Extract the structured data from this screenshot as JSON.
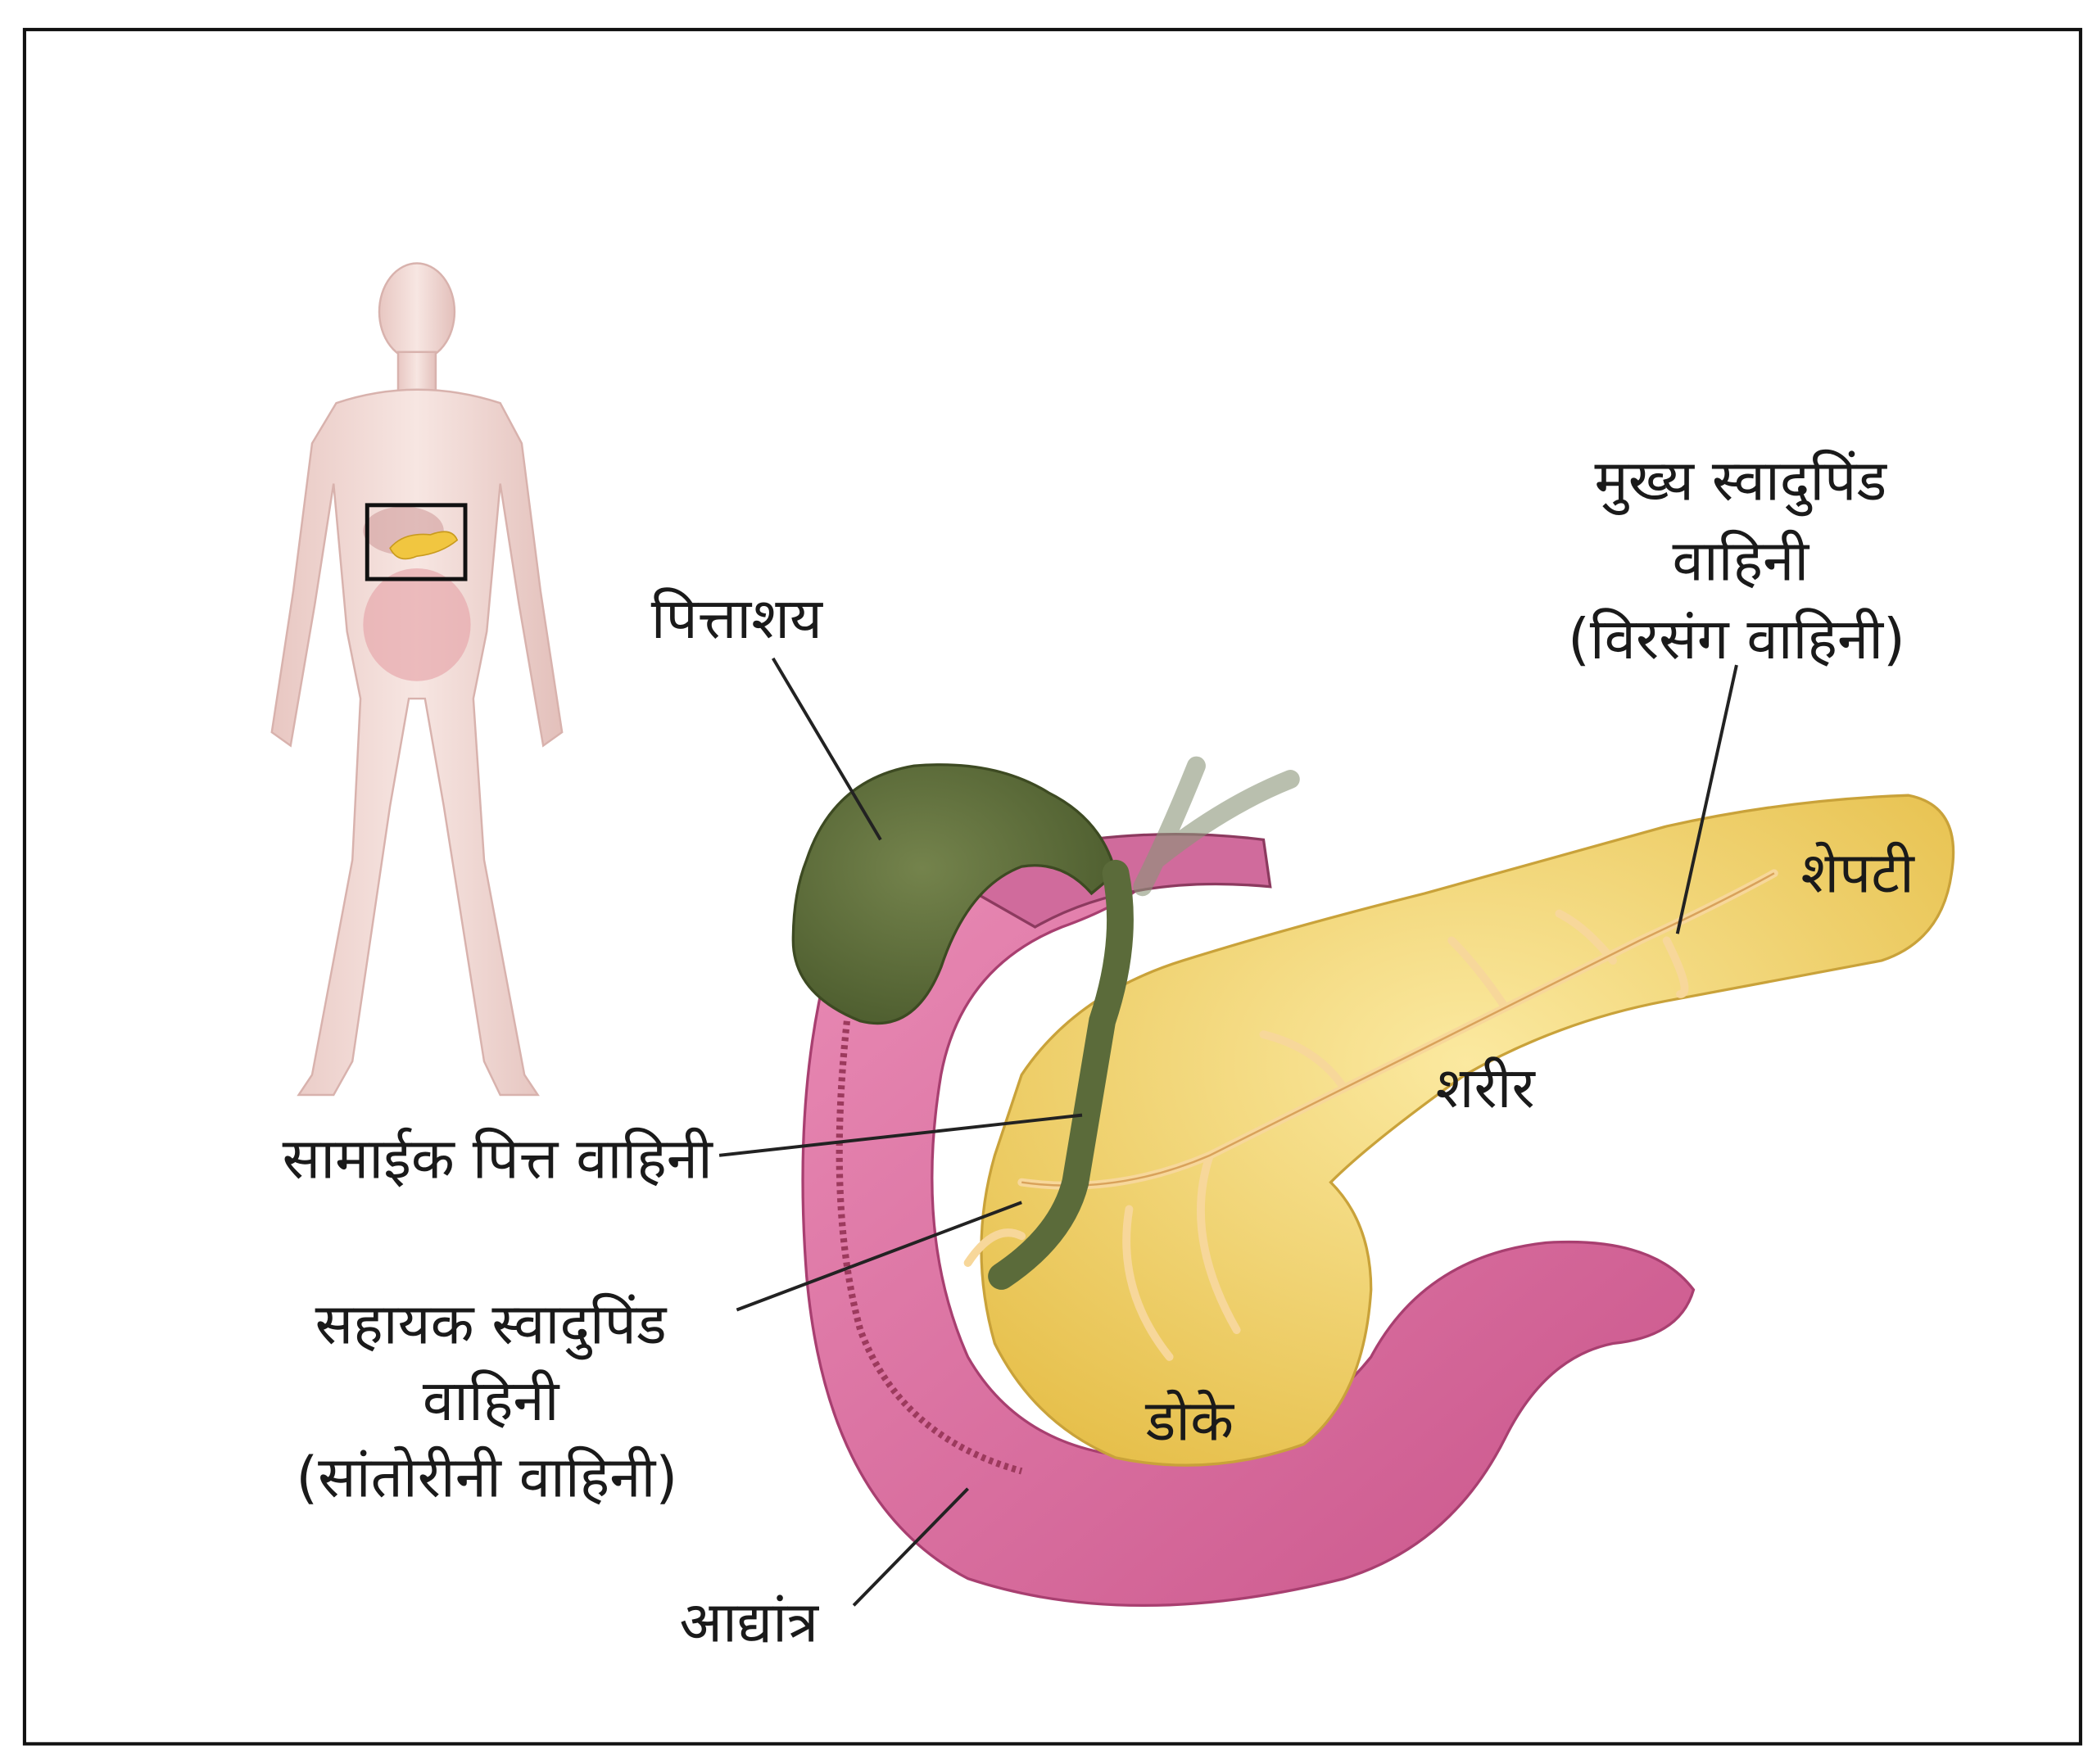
{
  "labels": {
    "gallbladder": "पित्ताशय",
    "main_duct_line1": "मुख्य स्वादुपिंड",
    "main_duct_line2": "वाहिनी",
    "main_duct_line3": "(विरसंग वाहिनी)",
    "tail": "शेपटी",
    "body": "शरीर",
    "common_bile_duct": "सामाईक पित्त वाहिनी",
    "accessory_duct_line1": "सहायक स्वादुपिंड",
    "accessory_duct_line2": "वाहिनी",
    "accessory_duct_line3": "(सांतोरीनी वाहिनी)",
    "head": "डोके",
    "duodenum": "आद्यांत्र"
  },
  "colors": {
    "pancreas": "#f2d46a",
    "duodenum": "#d9709f",
    "gallbladder": "#5b6b3a",
    "body_figure": "#efd3cf",
    "border": "#111111"
  }
}
